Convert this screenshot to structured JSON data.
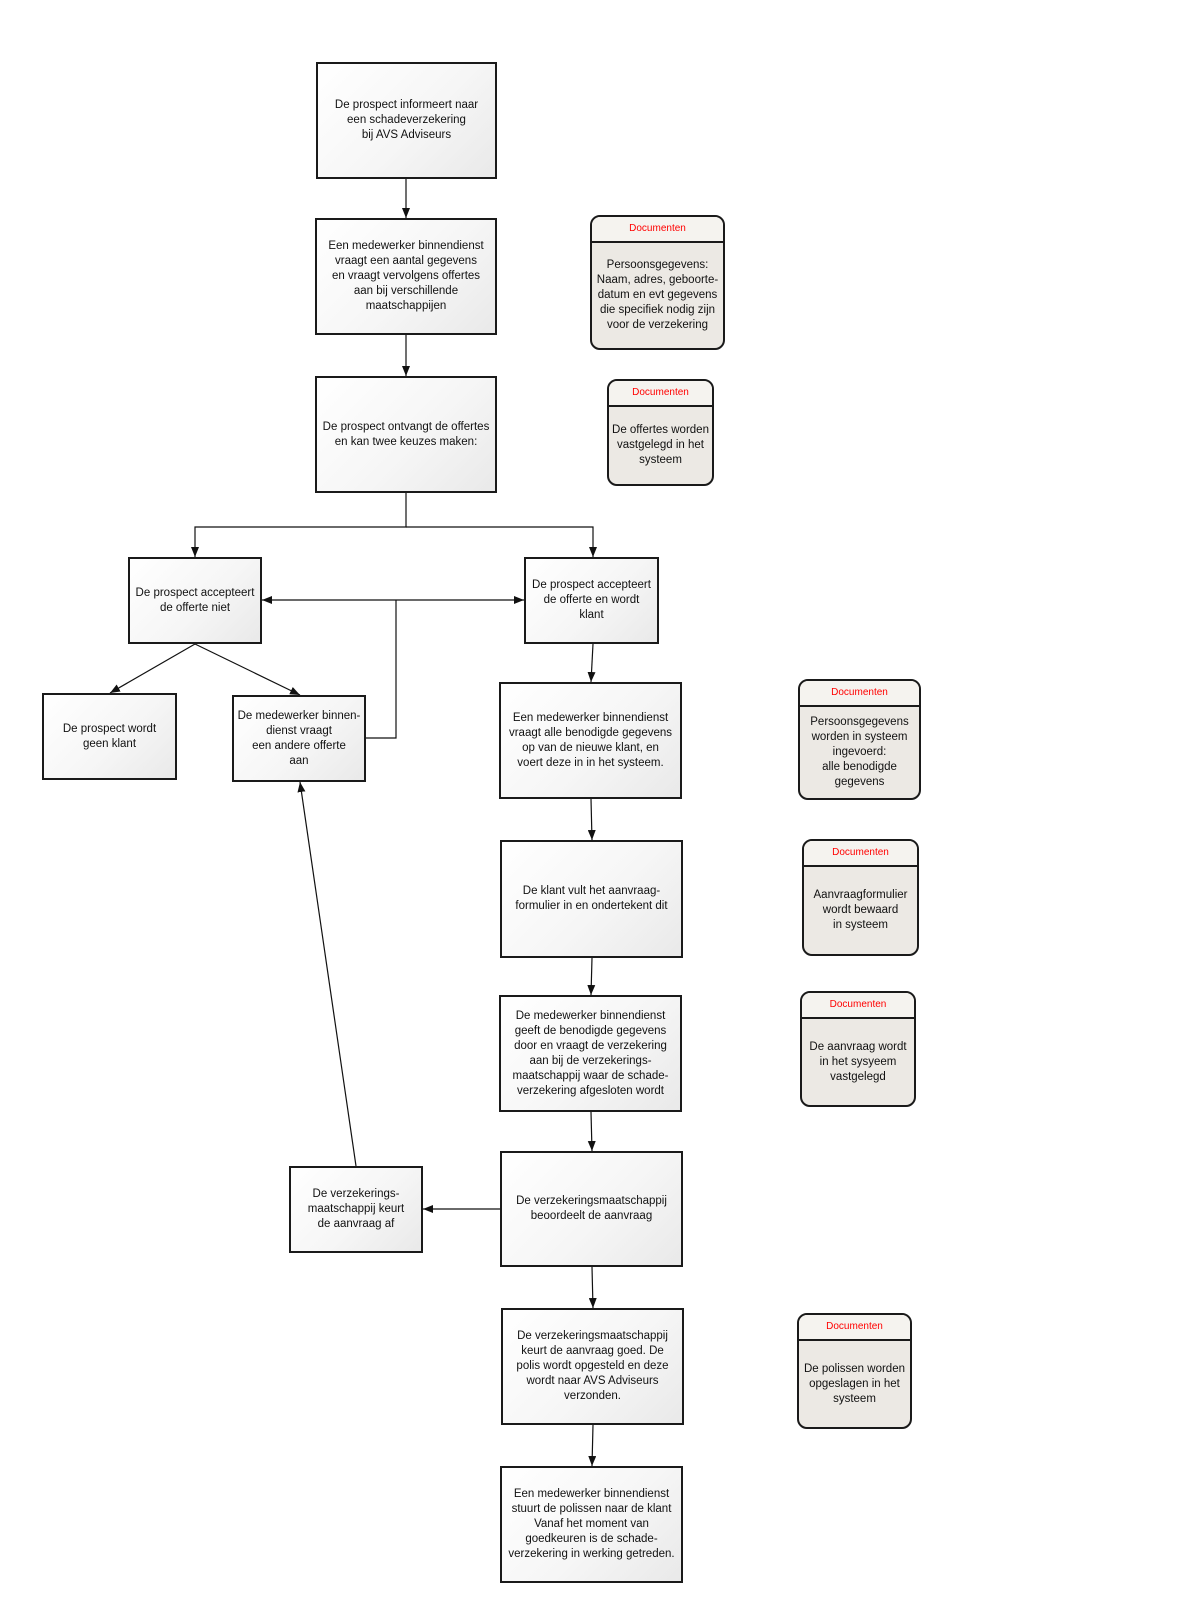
{
  "steps": {
    "inform": "De prospect informeert naar\neen schadeverzekering\nbij AVS Adviseurs",
    "request_data": "Een medewerker binnendienst\nvraagt een aantal gegevens\nen vraagt vervolgens offertes\naan bij verschillende\nmaatschappijen",
    "receive_offers": "De prospect ontvangt de offertes\nen kan twee keuzes maken:",
    "reject_offer": "De prospect accepteert\nde offerte niet",
    "accept_offer": "De prospect accepteert\nde offerte en wordt\nklant",
    "no_client": "De prospect wordt\ngeen klant",
    "other_offer": "De medewerker binnen-\ndienst vraagt\neen andere offerte\naan",
    "enter_data": "Een medewerker binnendienst\nvraagt alle benodigde gegevens\nop van de nieuwe klant, en\nvoert deze in in het systeem.",
    "fill_form": "De klant vult het aanvraag-\nformulier in en ondertekent dit",
    "submit_request": "De medewerker binnendienst\ngeeft de benodigde gegevens\ndoor en vraagt de verzekering\naan bij de verzekerings-\nmaatschappij waar de schade-\nverzekering afgesloten wordt",
    "insurer_assesses": "De verzekeringsmaatschappij\nbeoordeelt de aanvraag",
    "insurer_rejects": "De verzekerings-\nmaatschappij keurt\nde aanvraag af",
    "insurer_approves": "De verzekeringsmaatschappij\nkeurt de aanvraag goed. De\npolis wordt opgesteld en deze\nwordt naar AVS Adviseurs\nverzonden.",
    "send_policies": "Een medewerker binnendienst\nstuurt de polissen naar de klant\nVanaf het moment van\ngoedkeuren is de schade-\nverzekering in werking getreden."
  },
  "documents": [
    {
      "title": "Documenten",
      "body": "Persoonsgegevens:\nNaam, adres, geboorte-\ndatum en evt gegevens\ndie specifiek nodig zijn\nvoor de verzekering"
    },
    {
      "title": "Documenten",
      "body": "De offertes worden\nvastgelegd in het\nsysteem"
    },
    {
      "title": "Documenten",
      "body": "Persoonsgegevens\nworden in systeem\ningevoerd:\nalle benodigde\ngegevens"
    },
    {
      "title": "Documenten",
      "body": "Aanvraagformulier\nwordt bewaard\nin systeem"
    },
    {
      "title": "Documenten",
      "body": "De aanvraag wordt\nin het sysyeem\nvastgelegd"
    },
    {
      "title": "Documenten",
      "body": "De polissen worden\nopgeslagen in het\nsysteem"
    }
  ]
}
